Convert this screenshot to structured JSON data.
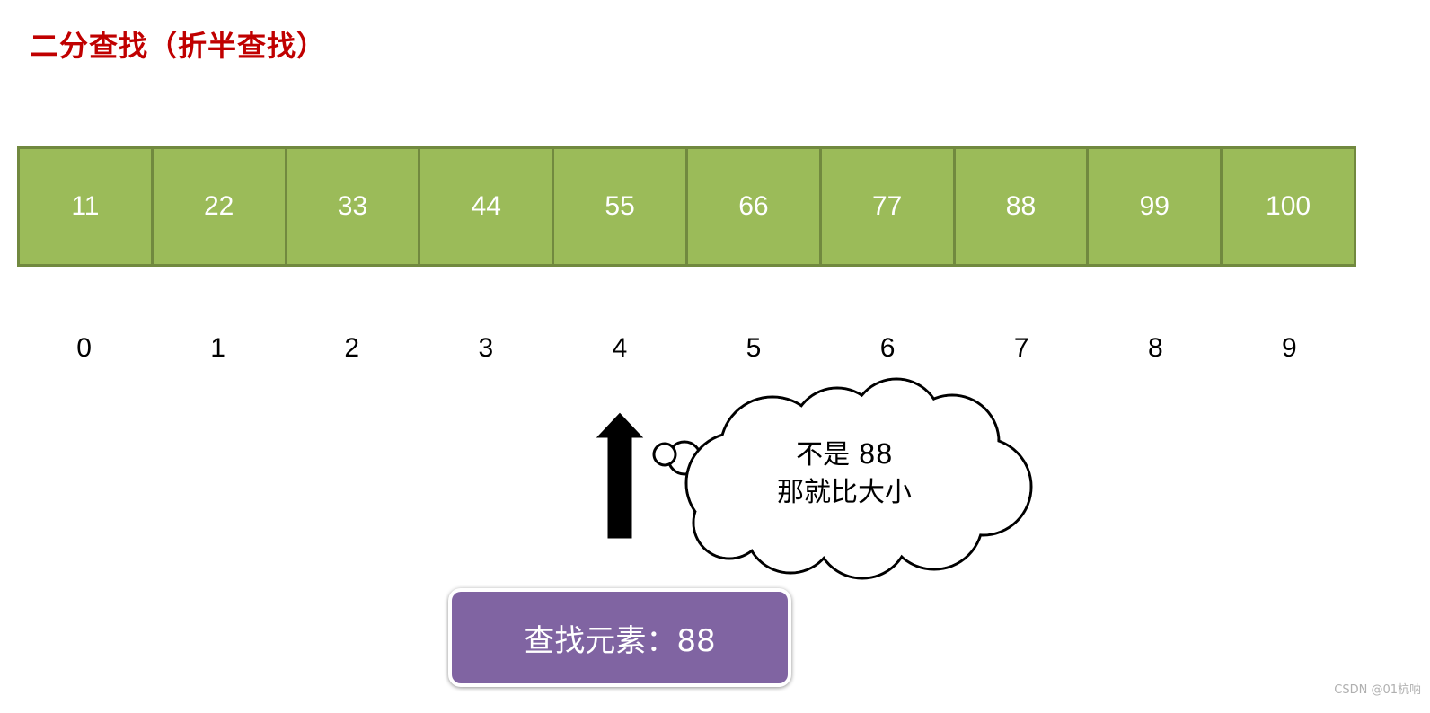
{
  "title": "二分查找（折半查找）",
  "array": {
    "values": [
      "11",
      "22",
      "33",
      "44",
      "55",
      "66",
      "77",
      "88",
      "99",
      "100"
    ],
    "indices": [
      "0",
      "1",
      "2",
      "3",
      "4",
      "5",
      "6",
      "7",
      "8",
      "9"
    ],
    "fill_color": "#9bbb59",
    "border_color": "#71893f"
  },
  "pointer": {
    "icon": "up-arrow-icon",
    "points_to_index": 4
  },
  "thought_bubble": {
    "line1": "不是 88",
    "line2": "那就比大小"
  },
  "search_box": {
    "label": "查找元素：88",
    "color": "#8064a2"
  },
  "watermark": "CSDN @01杭呐",
  "colors": {
    "title": "#c00000"
  }
}
